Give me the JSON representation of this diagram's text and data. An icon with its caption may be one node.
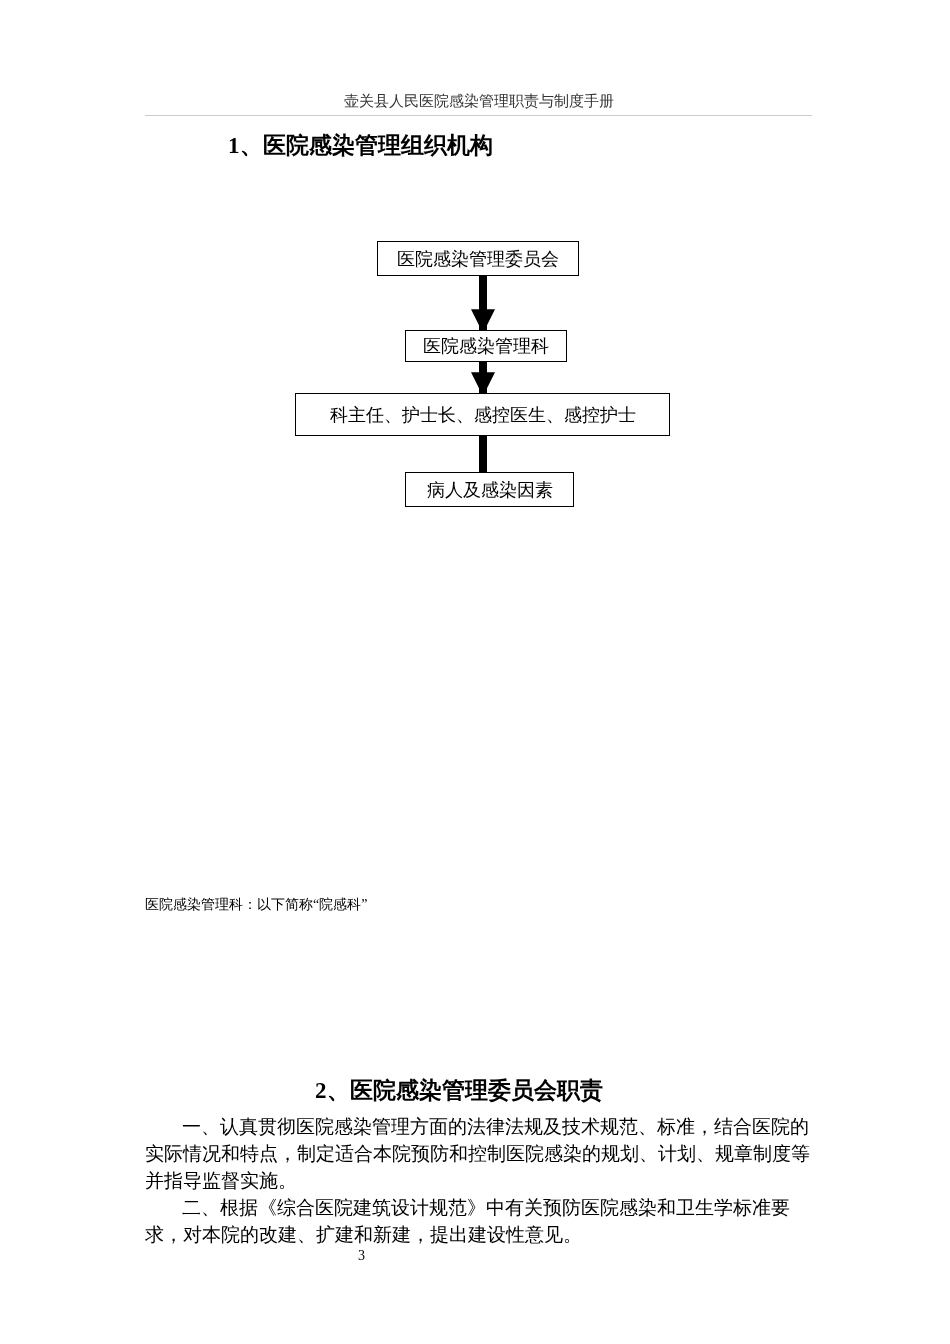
{
  "diagram": {
    "title": "1、医院感染管理组织机构",
    "nodes": [
      {
        "text": [
          "医院感染管理委员会"
        ]
      },
      {
        "text": [
          "医院感染管理科"
        ]
      },
      {
        "text": [
          "科主任、护士长、感控医生、感控护士"
        ]
      },
      {
        "text": [
          "病人及感染因素"
        ]
      }
    ],
    "edges": [
      {
        "from": 0,
        "to": 1,
        "arrow": "to"
      },
      {
        "from": 1,
        "to": 2,
        "arrow": "to"
      },
      {
        "from": 2,
        "to": 3,
        "arrow": "none"
      }
    ],
    "labels": [
      "壶关县人民医院感染管理职责与制度手册",
      "医院感染管理科：以下简称“院感科”",
      "2、医院感染管理委员会职责",
      "一、认真贯彻医院感染管理方面的法律法规及技术规范、标准，结合医院的实际情况和特点，制定适合本院预防和控制医院感染的规划、计划、规章制度等并指导监督实施。",
      "二、根据《综合医院建筑设计规范》中有关预防医院感染和卫生学标准要求，对本院的改建、扩建和新建，提出建设性意见。",
      "3"
    ]
  }
}
